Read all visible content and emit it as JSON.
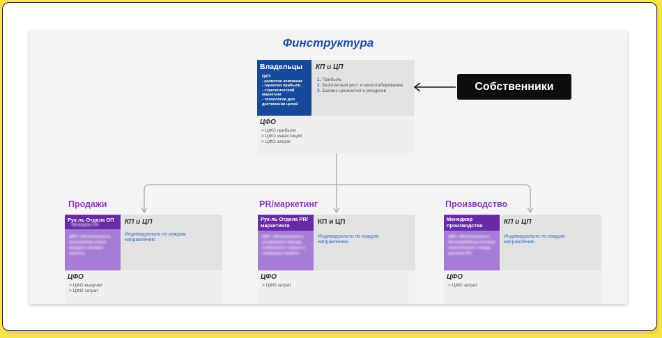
{
  "title": "Финструктура",
  "owners": {
    "header": "Владельцы",
    "cfo_items": [
      "ЦКП:",
      "- развитие компании",
      "- гарантия прибыли",
      "- стратегический",
      "маркетинг",
      "- технологии для",
      "достижения целей"
    ],
    "kp_label": "КП и ЦП",
    "kp_items": [
      {
        "num": "1.",
        "text": "Прибыль"
      },
      {
        "num": "2.",
        "text": "Безопасный рост и масштабирование"
      },
      {
        "num": "3.",
        "text": "Баланс ценностей и ресурсов"
      }
    ],
    "cfo_label": "ЦФО",
    "cfo_list": [
      "> ЦФО прибыли",
      "> ЦФО инвестиций",
      "> ЦФО затрат"
    ]
  },
  "callout": "Собственники",
  "departments": [
    {
      "name": "Продажи",
      "header": "Рук-ль Отдела ОП",
      "header_sub": "Менеджер ОП",
      "blur_text": "ЦКП: обеспеченность выполнения плана продаж и возврат клиента",
      "kp_label": "КП и ЦП",
      "kp_text": "Индивидуально по каждом направлению",
      "cfo_label": "ЦФО",
      "cfo_list": [
        "> ЦФО выручки",
        "> ЦФО затрат"
      ]
    },
    {
      "name": "PR/маркетинг",
      "header": "Рук-ль Отдела PR/ маркетинга",
      "header_sub": "",
      "blur_text": "ЦКП: обеспеченность устойчивого бренда, стабильного спроса и конверсии клиента",
      "kp_label": "КП и ЦП",
      "kp_text": "Индивидуально по каждом направлению",
      "cfo_label": "ЦФО",
      "cfo_list": [
        "> ЦФО затрат"
      ]
    },
    {
      "name": "Производство",
      "header": "Менеджер производства",
      "header_sub": "",
      "blur_text": "ЦКП: обеспеченность бесперебойных потоков качественного товара для всех КП",
      "kp_label": "КП и ЦП",
      "kp_text": "Индивидуально по каждом направлению",
      "cfo_label": "ЦФО",
      "cfo_list": [
        "> ЦФО затрат"
      ]
    }
  ]
}
